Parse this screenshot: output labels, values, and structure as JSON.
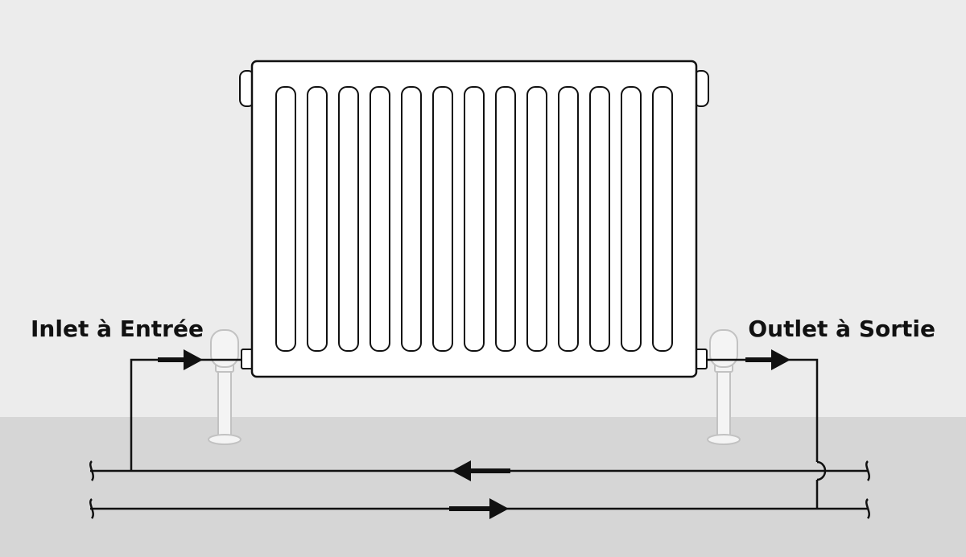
{
  "labels": {
    "inlet": "Inlet à Entrée",
    "outlet": "Outlet à Sortie"
  },
  "radiator": {
    "fin_count": 13
  },
  "colors": {
    "wall": "#ececec",
    "floor": "#d6d6d6",
    "line": "#111111",
    "radiator_fill": "#ffffff",
    "valve_fill": "#f4f4f4",
    "valve_stroke": "#c2c2c2"
  },
  "icons": [
    "flow-arrow-icon",
    "pipe-break-icon",
    "valve-icon"
  ]
}
